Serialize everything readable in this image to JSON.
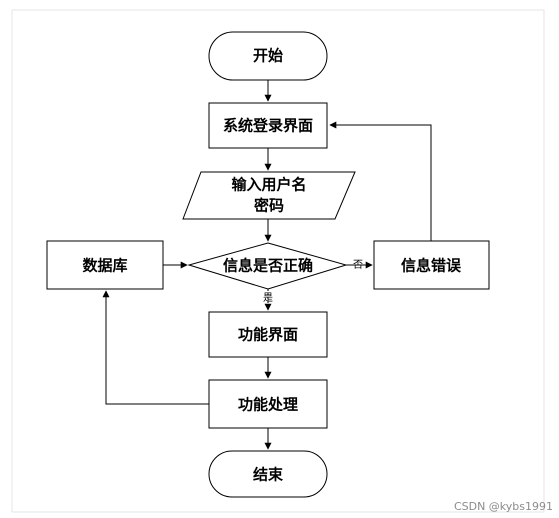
{
  "nodes": {
    "start": "开始",
    "login": "系统登录界面",
    "input_line1": "输入用户名",
    "input_line2": "密码",
    "decision": "信息是否正确",
    "database": "数据库",
    "error": "信息错误",
    "function_ui": "功能界面",
    "function_process": "功能处理",
    "end": "结束"
  },
  "edge_labels": {
    "no": "否",
    "yes": "是"
  },
  "watermark": "CSDN @kybs1991"
}
